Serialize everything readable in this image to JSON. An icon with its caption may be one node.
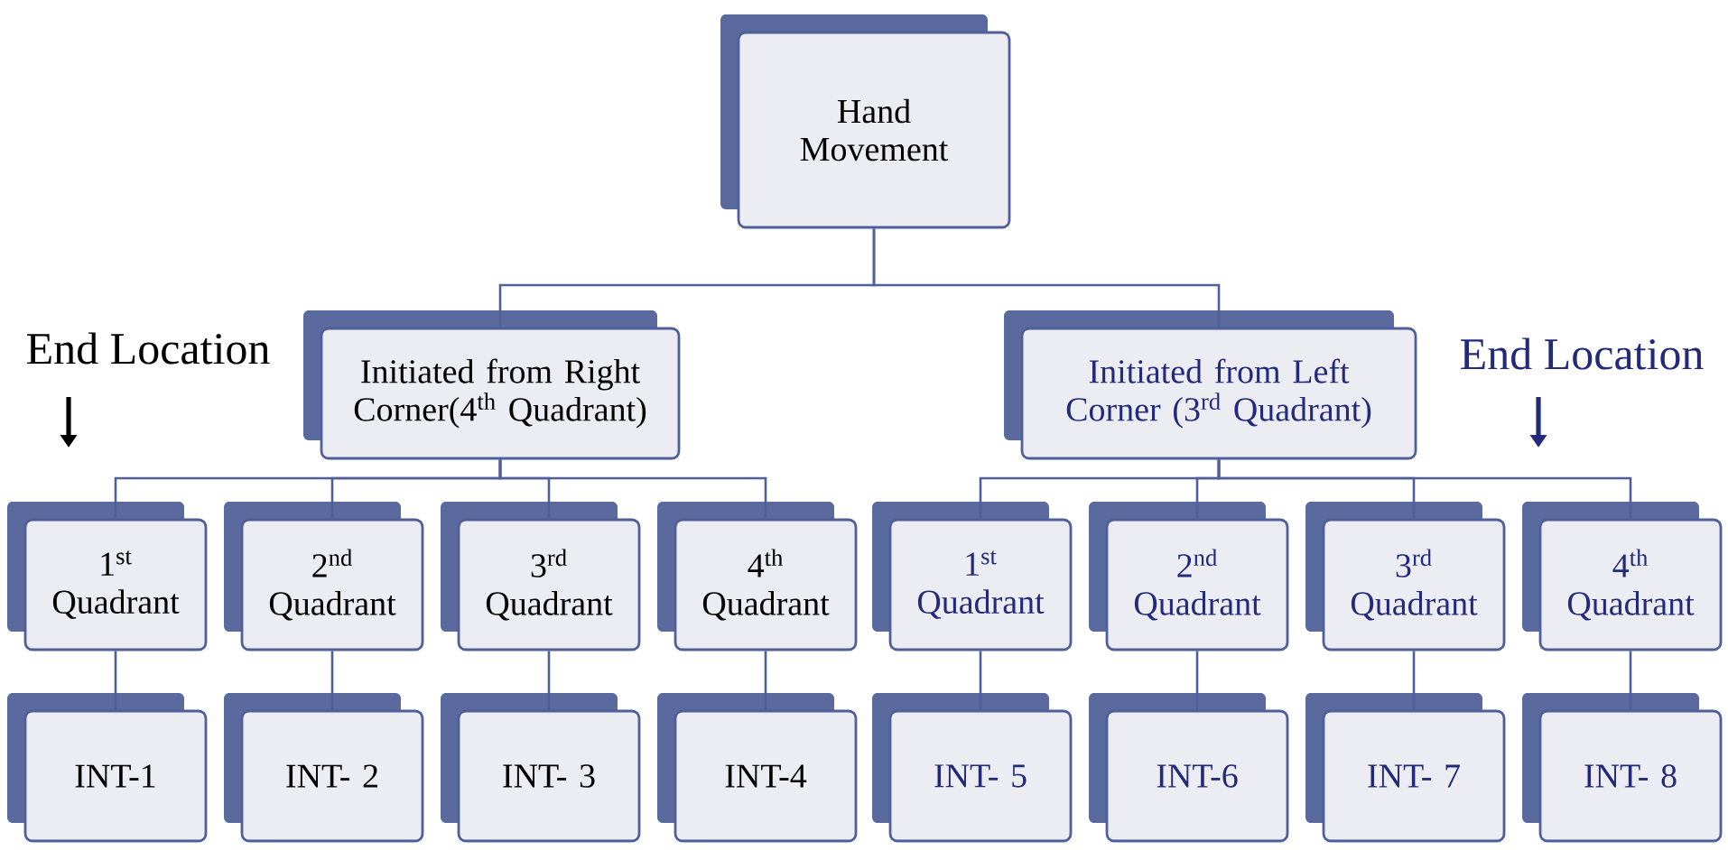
{
  "diagram": {
    "nodes": [
      {
        "text": [
          "Hand Movement"
        ]
      },
      {
        "text": [
          "Initiated from Right Corner(4$^{th}$ Quadrant)"
        ]
      },
      {
        "text": [
          "Initiated from Left Corner (3$^{rd}$ Quadrant)"
        ]
      },
      {
        "text": [
          "1$^{st}$ Quadrant"
        ]
      },
      {
        "text": [
          "2$^{nd}$ Quadrant"
        ]
      },
      {
        "text": [
          "3$^{rd}$ Quadrant"
        ]
      },
      {
        "text": [
          "4$^{th}$ Quadrant"
        ]
      },
      {
        "text": [
          "1$^{st}$ Quadrant"
        ]
      },
      {
        "text": [
          "2$^{nd}$ Quadrant"
        ]
      },
      {
        "text": [
          "3$^{rd}$ Quadrant"
        ]
      },
      {
        "text": [
          "4$^{th}$ Quadrant"
        ]
      },
      {
        "text": [
          "INT-1"
        ]
      },
      {
        "text": [
          "INT- 2"
        ]
      },
      {
        "text": [
          "INT- 3"
        ]
      },
      {
        "text": [
          "INT-4"
        ]
      },
      {
        "text": [
          "INT- 5"
        ]
      },
      {
        "text": [
          "INT-6"
        ]
      },
      {
        "text": [
          "INT- 7"
        ]
      },
      {
        "text": [
          "INT- 8"
        ]
      }
    ],
    "edges": [
      {
        "from": 0,
        "to": 1,
        "arrow": "none"
      },
      {
        "from": 0,
        "to": 2,
        "arrow": "none"
      },
      {
        "from": 1,
        "to": 3,
        "arrow": "none"
      },
      {
        "from": 1,
        "to": 4,
        "arrow": "none"
      },
      {
        "from": 1,
        "to": 5,
        "arrow": "none"
      },
      {
        "from": 1,
        "to": 6,
        "arrow": "none"
      },
      {
        "from": 2,
        "to": 7,
        "arrow": "none"
      },
      {
        "from": 2,
        "to": 8,
        "arrow": "none"
      },
      {
        "from": 2,
        "to": 9,
        "arrow": "none"
      },
      {
        "from": 2,
        "to": 10,
        "arrow": "none"
      },
      {
        "from": 3,
        "to": 11,
        "arrow": "none"
      },
      {
        "from": 4,
        "to": 12,
        "arrow": "none"
      },
      {
        "from": 5,
        "to": 13,
        "arrow": "none"
      },
      {
        "from": 6,
        "to": 14,
        "arrow": "none"
      },
      {
        "from": 7,
        "to": 15,
        "arrow": "none"
      },
      {
        "from": 8,
        "to": 16,
        "arrow": "none"
      },
      {
        "from": 9,
        "to": 17,
        "arrow": "none"
      },
      {
        "from": 10,
        "to": 18,
        "arrow": "none"
      }
    ],
    "labels": [
      "End Location",
      "End Location"
    ]
  }
}
